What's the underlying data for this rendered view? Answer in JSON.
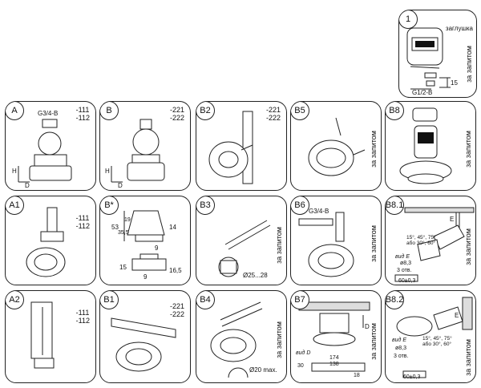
{
  "panels": {
    "p1": {
      "badge": "1",
      "note": "заглушка",
      "vertical": "за запитом",
      "thread": "G1/2-B",
      "dim": "15"
    },
    "A": {
      "badge": "A",
      "codes": "-111\n-112",
      "thread": "G3/4-B",
      "axis_h": "H",
      "axis_d": "D"
    },
    "B": {
      "badge": "B",
      "codes": "-221\n-222",
      "axis_h": "H",
      "axis_d": "D"
    },
    "B2": {
      "badge": "B2",
      "codes": "-221\n-222"
    },
    "B5": {
      "badge": "B5",
      "vertical": "за запитом"
    },
    "B8": {
      "badge": "B8",
      "vertical": "за запитом"
    },
    "A1": {
      "badge": "A1",
      "codes": "-111\n-112"
    },
    "Bstar": {
      "badge": "B*",
      "d53": "53",
      "d35": "35,5",
      "d19": "19",
      "d14": "14",
      "d9": "9",
      "d15": "15",
      "d165": "16,5",
      "d9b": "9"
    },
    "B3": {
      "badge": "B3",
      "vertical": "за запитом",
      "dia": "Ø25...28"
    },
    "B6": {
      "badge": "B6",
      "thread": "G3/4-B",
      "vertical": "за запитом"
    },
    "B81": {
      "badge": "B8.1",
      "vertical": "за запитом",
      "angles": "15°, 45°, 75°\nабо 30°, 60°",
      "view": "вид E",
      "hole": "ø8,3",
      "holes_n": "3 отв.",
      "dim": "60±0,3",
      "axis_e": "E"
    },
    "A2": {
      "badge": "A2",
      "codes": "-111\n-112"
    },
    "B1": {
      "badge": "B1",
      "codes": "-221\n-222"
    },
    "B4": {
      "badge": "B4",
      "vertical": "за запитом",
      "dia": "Ø20 max."
    },
    "B7": {
      "badge": "B7",
      "vertical": "за запитом",
      "view": "вид D",
      "axis_d": "D",
      "d30": "30",
      "d174": "174",
      "d138": "138",
      "d18": "18"
    },
    "B82": {
      "badge": "B8.2",
      "vertical": "за запитом",
      "angles": "15°, 45°, 75°\nабо 30°, 60°",
      "view": "вид E",
      "hole": "ø8,3",
      "holes_n": "3 отв.",
      "dim": "60±0,3",
      "axis_e": "E"
    }
  }
}
